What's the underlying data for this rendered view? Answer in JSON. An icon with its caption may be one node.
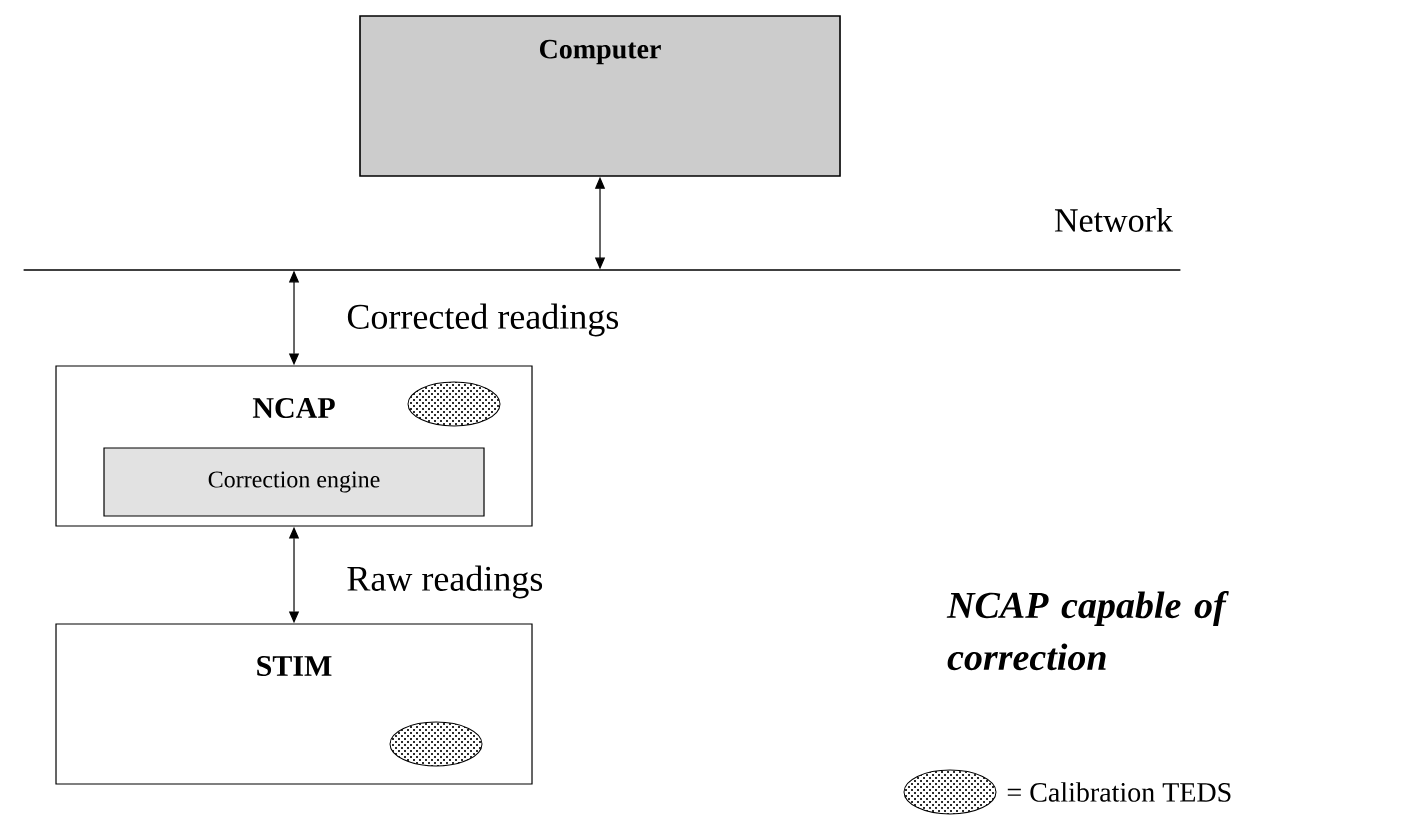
{
  "diagram": {
    "nodes": [
      {
        "text": [
          "Computer"
        ]
      },
      {
        "text": [
          "Network"
        ]
      },
      {
        "text": [
          "NCAP"
        ]
      },
      {
        "text": [
          "Correction engine"
        ],
        "in": 2
      },
      {
        "text": [
          "STIM"
        ]
      }
    ],
    "edges": [
      {
        "from": 0,
        "to": 1,
        "arrow": "both"
      },
      {
        "from": 1,
        "to": 2,
        "arrow": "both",
        "label": "Corrected readings"
      },
      {
        "from": 2,
        "to": 4,
        "arrow": "both",
        "label": "Raw readings"
      }
    ],
    "labels": [
      "NCAP capable of correction"
    ],
    "legend": [
      {
        "text": "= Calibration TEDS"
      }
    ]
  }
}
